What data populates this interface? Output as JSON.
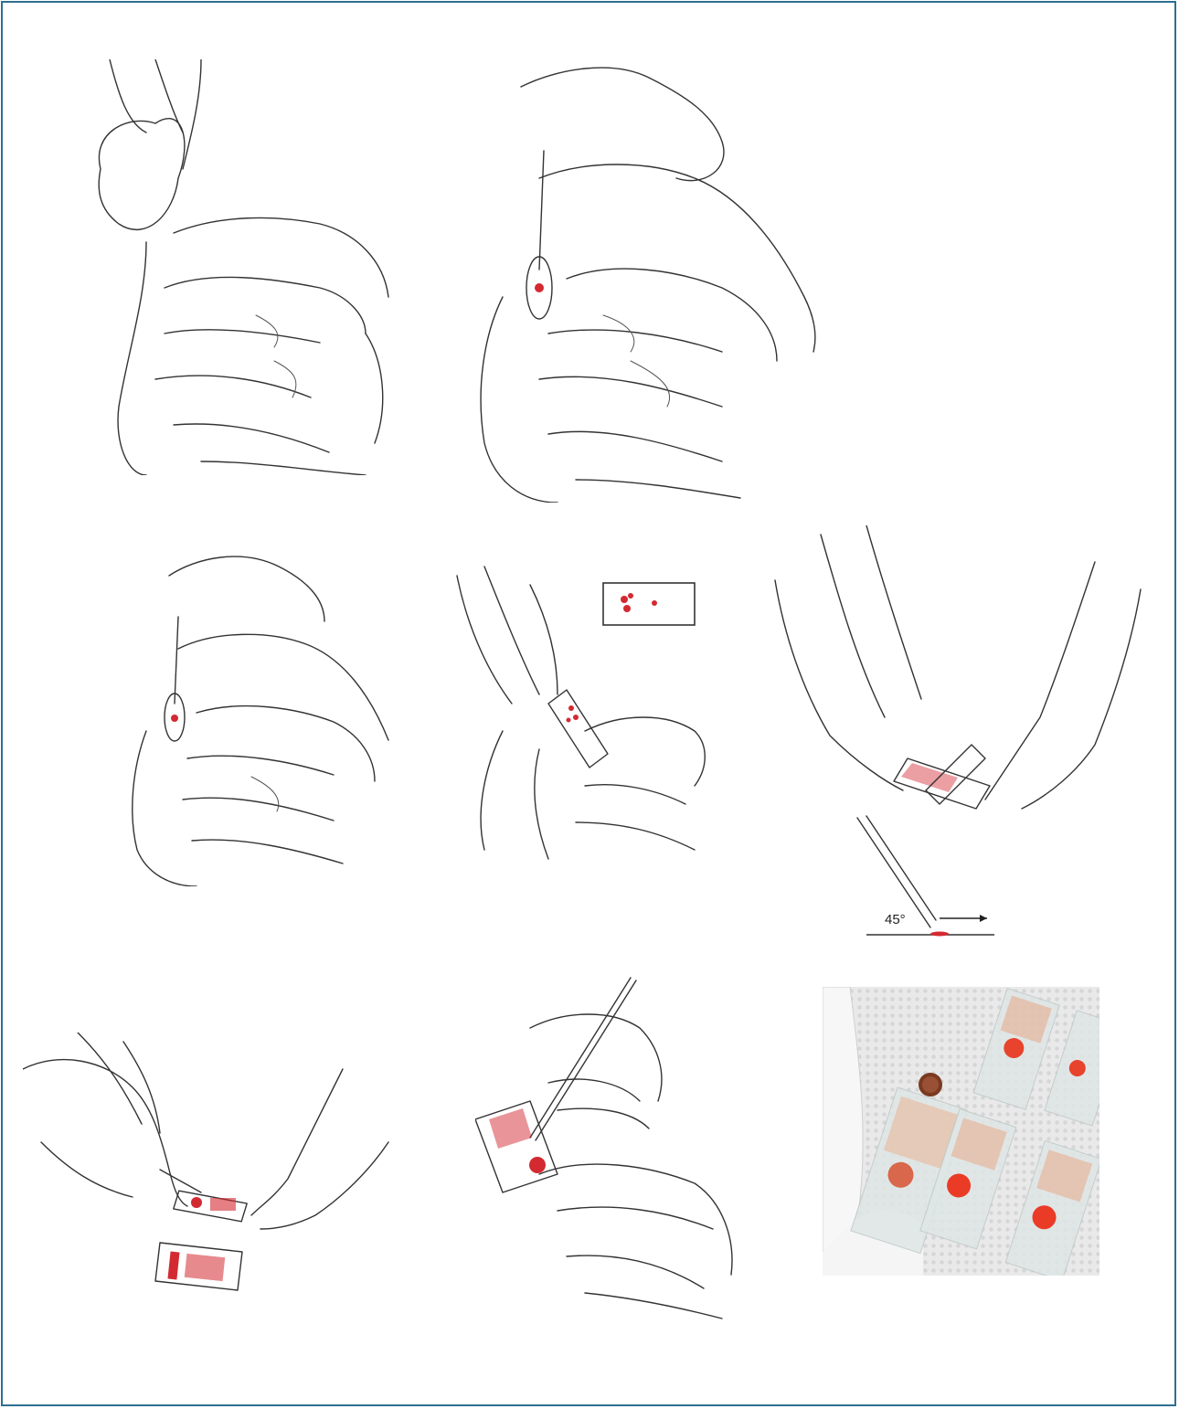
{
  "figure": {
    "border_color": "#2f6f8f",
    "blood_color": "#d32a32",
    "panels": [
      {
        "id": "panel-1",
        "icon": "finger-hold-illustration"
      },
      {
        "id": "panel-2",
        "icon": "lancet-prick-illustration"
      },
      {
        "id": "panel-3",
        "icon": "lancet-prick-illustration"
      },
      {
        "id": "panel-4",
        "icon": "drops-on-slide-illustration"
      },
      {
        "id": "panel-5",
        "icon": "spreader-slide-illustration",
        "angle_label": "45°"
      },
      {
        "id": "panel-6",
        "icon": "thick-film-illustration"
      },
      {
        "id": "panel-7",
        "icon": "labeling-slide-illustration"
      },
      {
        "id": "panel-8",
        "icon": "finished-slides-photo"
      }
    ]
  }
}
